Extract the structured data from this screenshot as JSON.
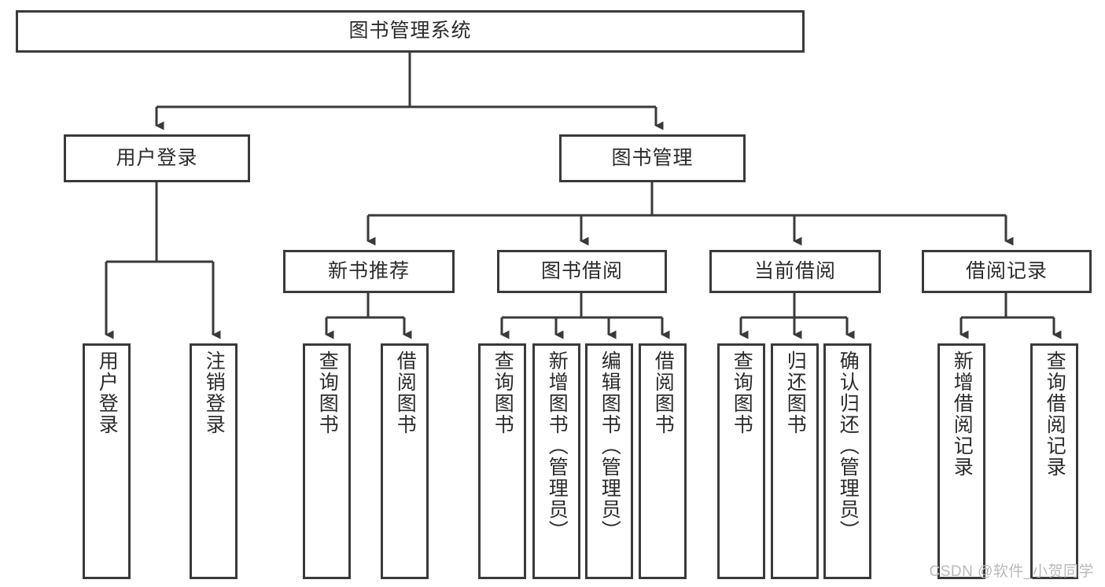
{
  "diagram": {
    "title": "图书管理系统",
    "type": "tree",
    "watermark": "CSDN @软件_小贺同学",
    "colors": {
      "stroke": "#3a3a3a",
      "text": "#2b2b2b",
      "background": "#ffffff",
      "watermark": "#b9b9b9"
    },
    "root": {
      "label": "图书管理系统"
    },
    "level2": [
      {
        "label": "用户登录"
      },
      {
        "label": "图书管理"
      }
    ],
    "level3": [
      {
        "label": "新书推荐"
      },
      {
        "label": "图书借阅"
      },
      {
        "label": "当前借阅"
      },
      {
        "label": "借阅记录"
      }
    ],
    "leaves": {
      "user_login": [
        {
          "label": "用户登录"
        },
        {
          "label": "注销登录"
        }
      ],
      "new_book_recommend": [
        {
          "label": "查询图书"
        },
        {
          "label": "借阅图书"
        }
      ],
      "book_borrow": [
        {
          "label": "查询图书"
        },
        {
          "label": "新增图书（管理员）"
        },
        {
          "label": "编辑图书（管理员）"
        },
        {
          "label": "借阅图书"
        }
      ],
      "current_borrow": [
        {
          "label": "查询图书"
        },
        {
          "label": "归还图书"
        },
        {
          "label": "确认归还（管理员）"
        }
      ],
      "borrow_record": [
        {
          "label": "新增借阅记录"
        },
        {
          "label": "查询借阅记录"
        }
      ]
    }
  }
}
